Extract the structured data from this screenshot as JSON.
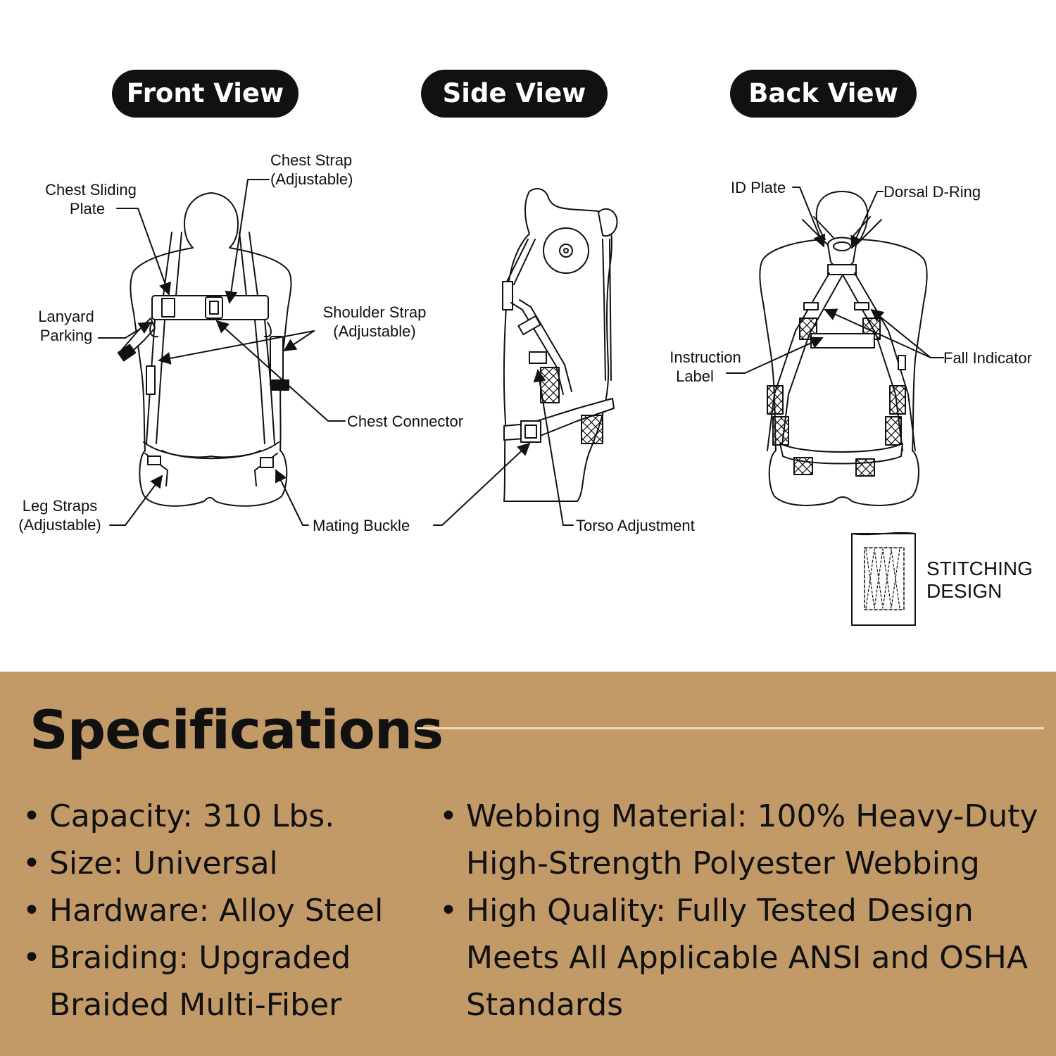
{
  "views": {
    "front": "Front View",
    "side": "Side View",
    "back": "Back View"
  },
  "labels": {
    "chest_sliding_plate_1": "Chest Sliding",
    "chest_sliding_plate_2": "Plate",
    "chest_strap_1": "Chest Strap",
    "chest_strap_2": "(Adjustable)",
    "lanyard_parking_1": "Lanyard",
    "lanyard_parking_2": "Parking",
    "shoulder_strap_1": "Shoulder Strap",
    "shoulder_strap_2": "(Adjustable)",
    "chest_connector": "Chest Connector",
    "leg_straps_1": "Leg Straps",
    "leg_straps_2": "(Adjustable)",
    "mating_buckle": "Mating Buckle",
    "torso_adjustment": "Torso Adjustment",
    "id_plate": "ID Plate",
    "dorsal_d_ring": "Dorsal D-Ring",
    "instruction_label_1": "Instruction",
    "instruction_label_2": "Label",
    "fall_indicator": "Fall Indicator",
    "stitching_1": "STITCHING",
    "stitching_2": "DESIGN"
  },
  "specs": {
    "title": "Specifications",
    "left": [
      "Capacity: 310 Lbs.",
      "Size: Universal",
      "Hardware: Alloy Steel",
      "Braiding: Upgraded Braided Multi-Fiber"
    ],
    "right": [
      "Webbing Material: 100% Heavy-Duty High-Strength Polyester Webbing",
      "High Quality: Fully Tested Design Meets All Applicable ANSI and OSHA Standards"
    ]
  },
  "colors": {
    "panel": "#c19a68",
    "rule": "#efd9b8",
    "pill": "#111111"
  }
}
